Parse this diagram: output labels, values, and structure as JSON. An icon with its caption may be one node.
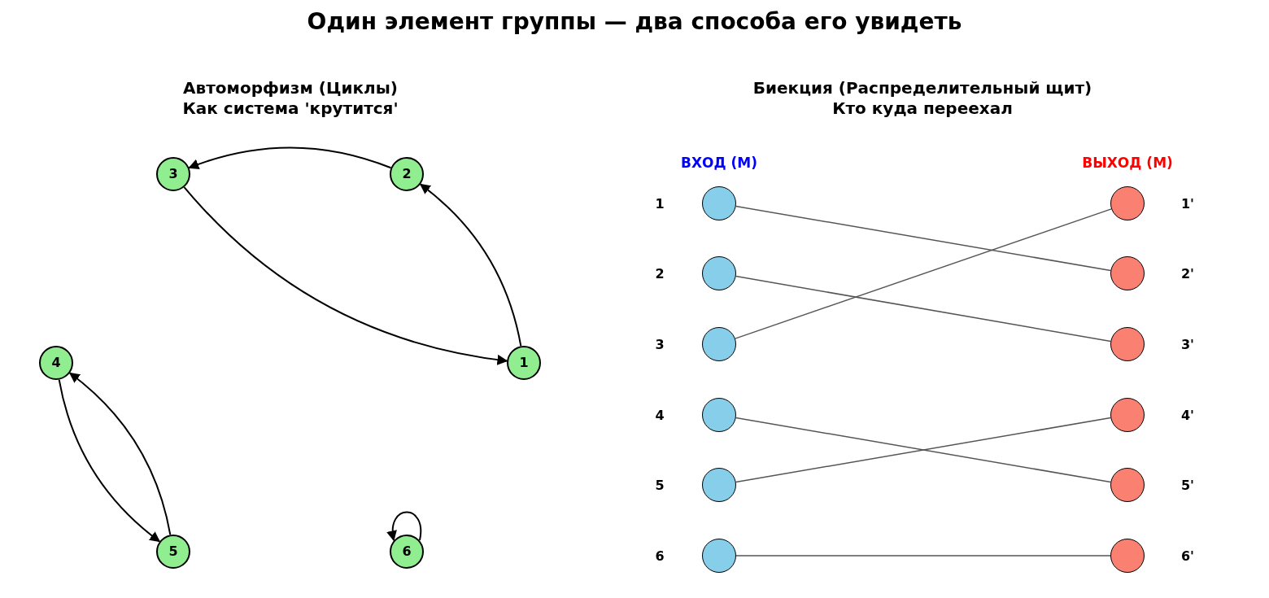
{
  "diagram": {
    "title": "Один элемент группы — два способа его увидеть",
    "nodes": [
      {
        "text": [
          "1"
        ]
      },
      {
        "text": [
          "2"
        ]
      },
      {
        "text": [
          "3"
        ]
      },
      {
        "text": [
          "4"
        ]
      },
      {
        "text": [
          "5"
        ]
      },
      {
        "text": [
          "6"
        ]
      },
      {
        "text": [],
        "shape": "circle",
        "beside": [
          "1"
        ]
      },
      {
        "text": [],
        "shape": "circle",
        "beside": [
          "2"
        ]
      },
      {
        "text": [],
        "shape": "circle",
        "beside": [
          "3"
        ]
      },
      {
        "text": [],
        "shape": "circle",
        "beside": [
          "4"
        ]
      },
      {
        "text": [],
        "shape": "circle",
        "beside": [
          "5"
        ]
      },
      {
        "text": [],
        "shape": "circle",
        "beside": [
          "6"
        ]
      },
      {
        "text": [],
        "shape": "circle",
        "beside": [
          "1'"
        ]
      },
      {
        "text": [],
        "shape": "circle",
        "beside": [
          "2'"
        ]
      },
      {
        "text": [],
        "shape": "circle",
        "beside": [
          "3'"
        ]
      },
      {
        "text": [],
        "shape": "circle",
        "beside": [
          "4'"
        ]
      },
      {
        "text": [],
        "shape": "circle",
        "beside": [
          "5'"
        ]
      },
      {
        "text": [],
        "shape": "circle",
        "beside": [
          "6'"
        ]
      }
    ],
    "edges": [
      {
        "from": 0,
        "to": 1,
        "arrow": "to"
      },
      {
        "from": 1,
        "to": 2,
        "arrow": "to"
      },
      {
        "from": 2,
        "to": 0,
        "arrow": "to"
      },
      {
        "from": 3,
        "to": 4,
        "arrow": "to"
      },
      {
        "from": 4,
        "to": 3,
        "arrow": "to"
      },
      {
        "from": 5,
        "to": 5,
        "arrow": "to"
      },
      {
        "from": 6,
        "to": 13,
        "arrow": "none",
        "color": "#555555"
      },
      {
        "from": 7,
        "to": 14,
        "arrow": "none",
        "color": "#555555"
      },
      {
        "from": 8,
        "to": 12,
        "arrow": "none",
        "color": "#555555"
      },
      {
        "from": 9,
        "to": 16,
        "arrow": "none",
        "color": "#555555"
      },
      {
        "from": 10,
        "to": 15,
        "arrow": "none",
        "color": "#555555"
      },
      {
        "from": 11,
        "to": 17,
        "arrow": "none",
        "color": "#555555"
      }
    ],
    "labels": [
      "Автоморфизм (Циклы)",
      "Как система 'крутится'",
      "Биекция (Распределительный щит)",
      "Кто куда переехал",
      "ВХОД (M)",
      "ВЫХОД (M)"
    ]
  }
}
